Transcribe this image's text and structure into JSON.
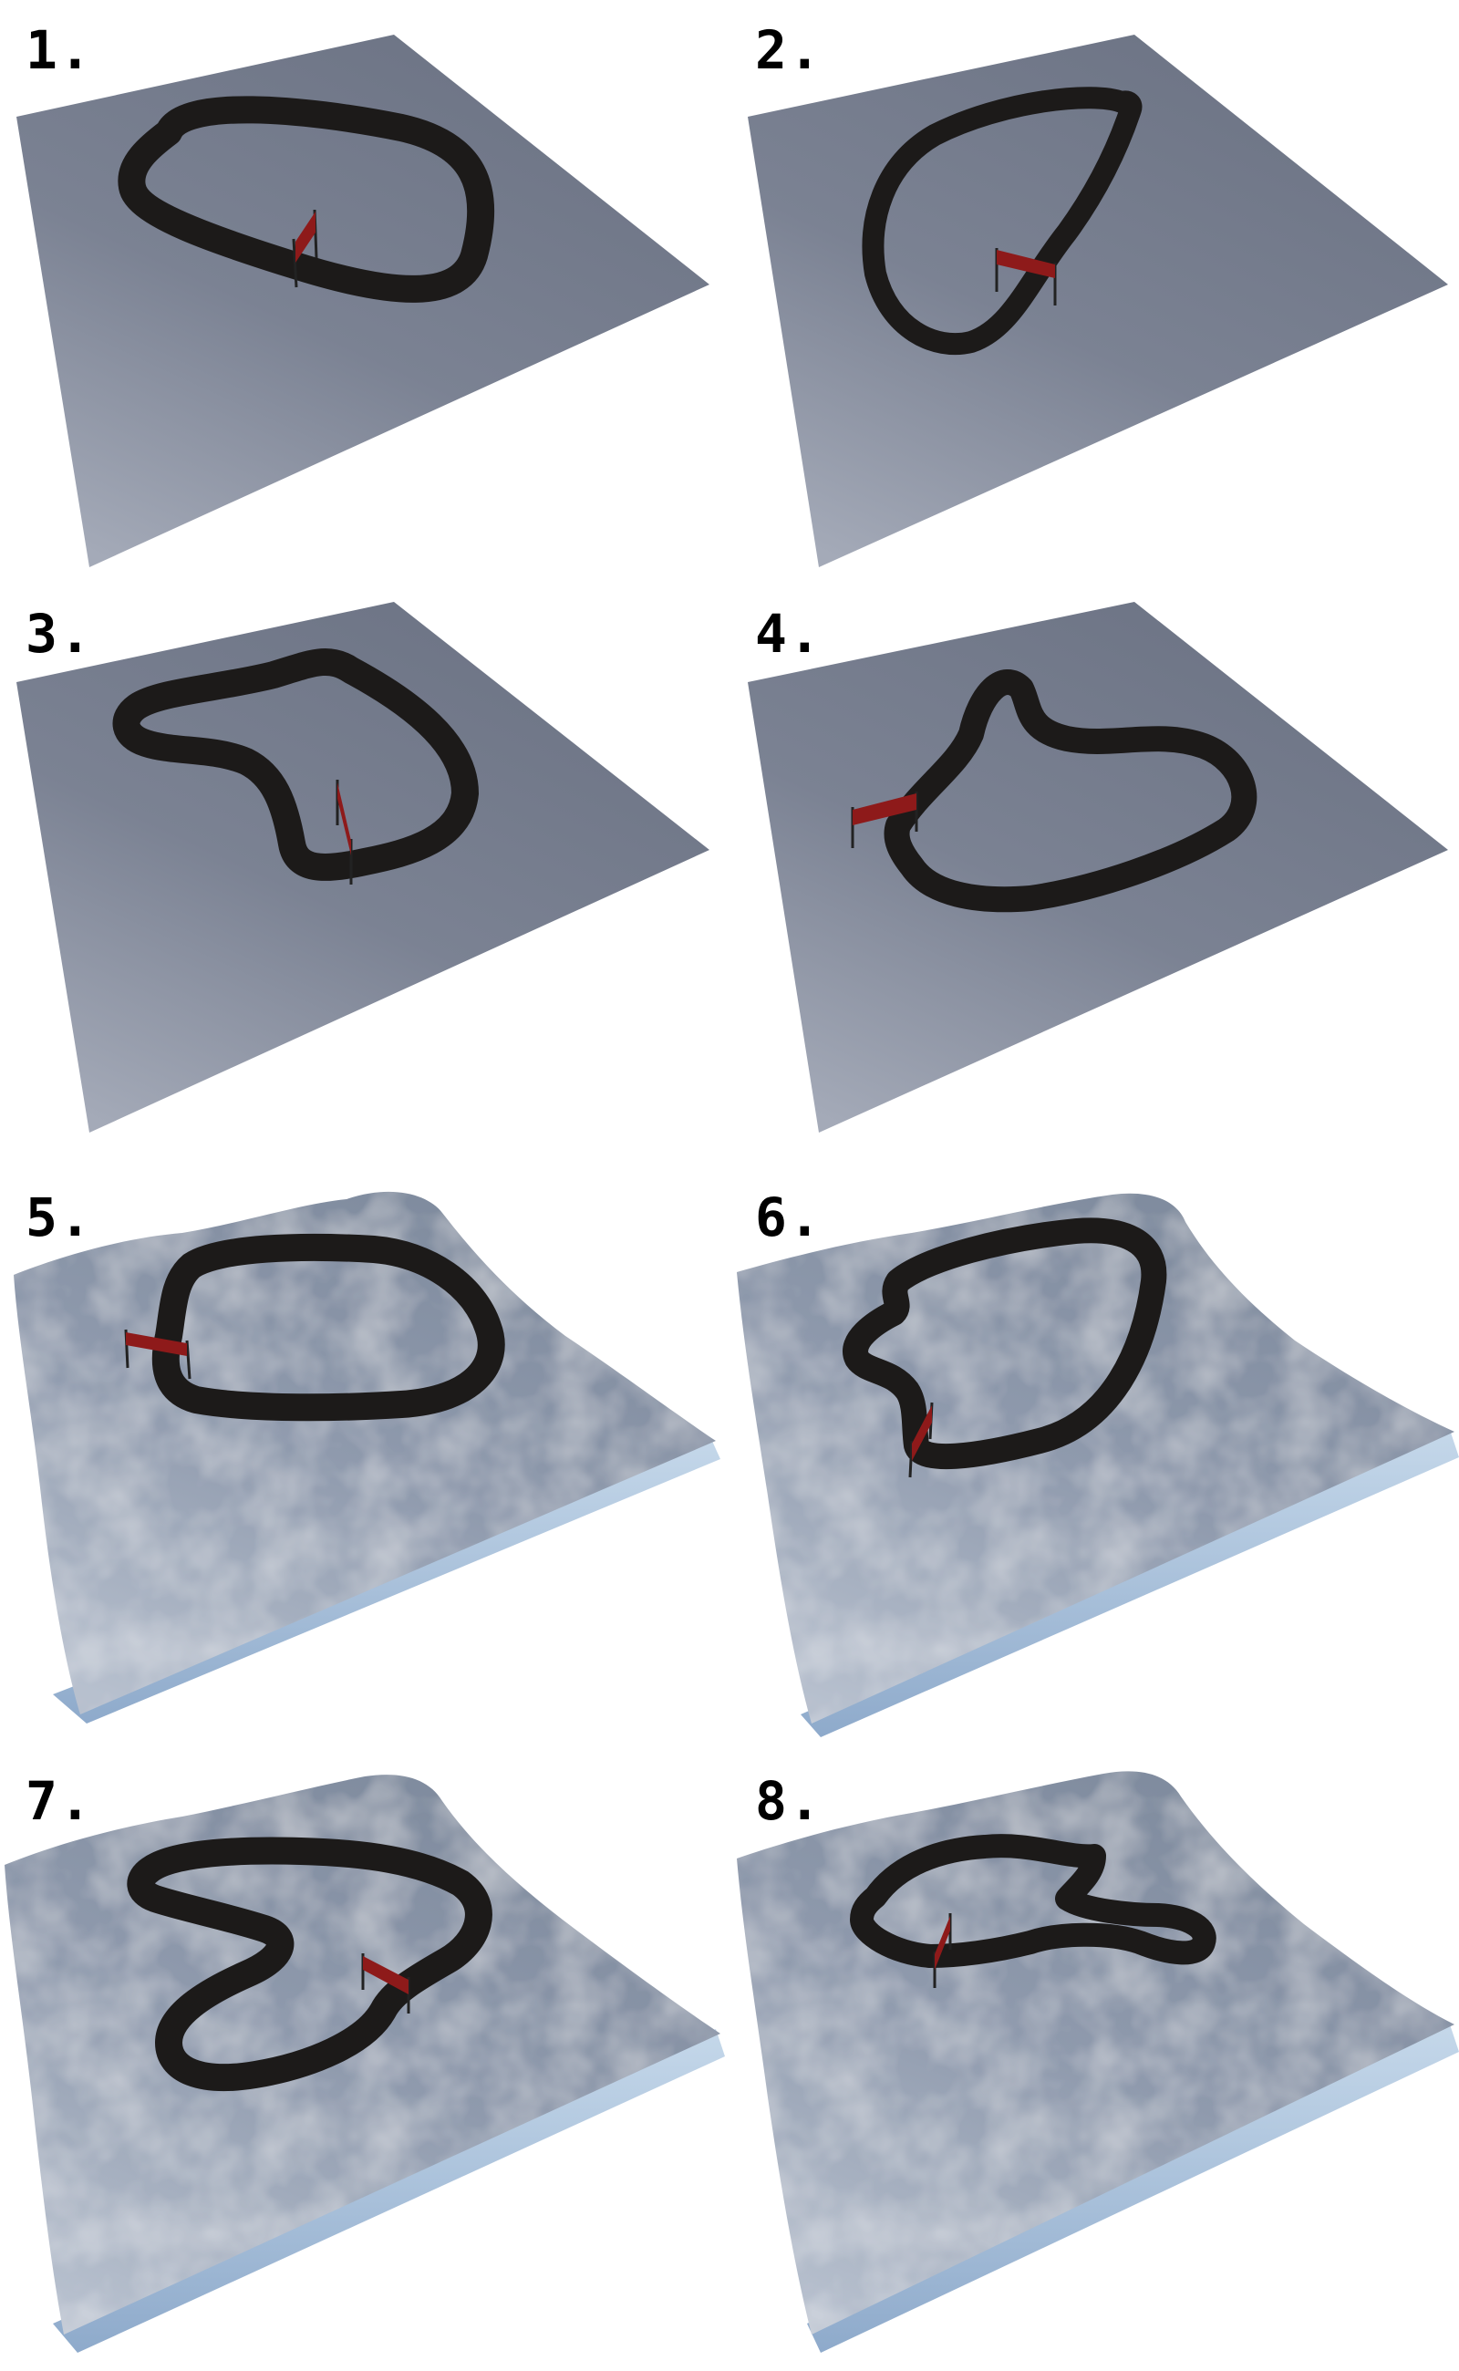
{
  "panels": [
    {
      "label": "1.",
      "terrain": "flat"
    },
    {
      "label": "2.",
      "terrain": "flat"
    },
    {
      "label": "3.",
      "terrain": "flat"
    },
    {
      "label": "4.",
      "terrain": "flat"
    },
    {
      "label": "5.",
      "terrain": "rough"
    },
    {
      "label": "6.",
      "terrain": "rough"
    },
    {
      "label": "7.",
      "terrain": "rough"
    },
    {
      "label": "8.",
      "terrain": "rough"
    }
  ],
  "colors": {
    "background": "#ffffff",
    "flat_ground": "#7a8090",
    "rough_ground": "#8c96a8",
    "track": "#1c1a19",
    "gate": "#8e1a1a",
    "slab_edge": "#a9c3dc"
  }
}
